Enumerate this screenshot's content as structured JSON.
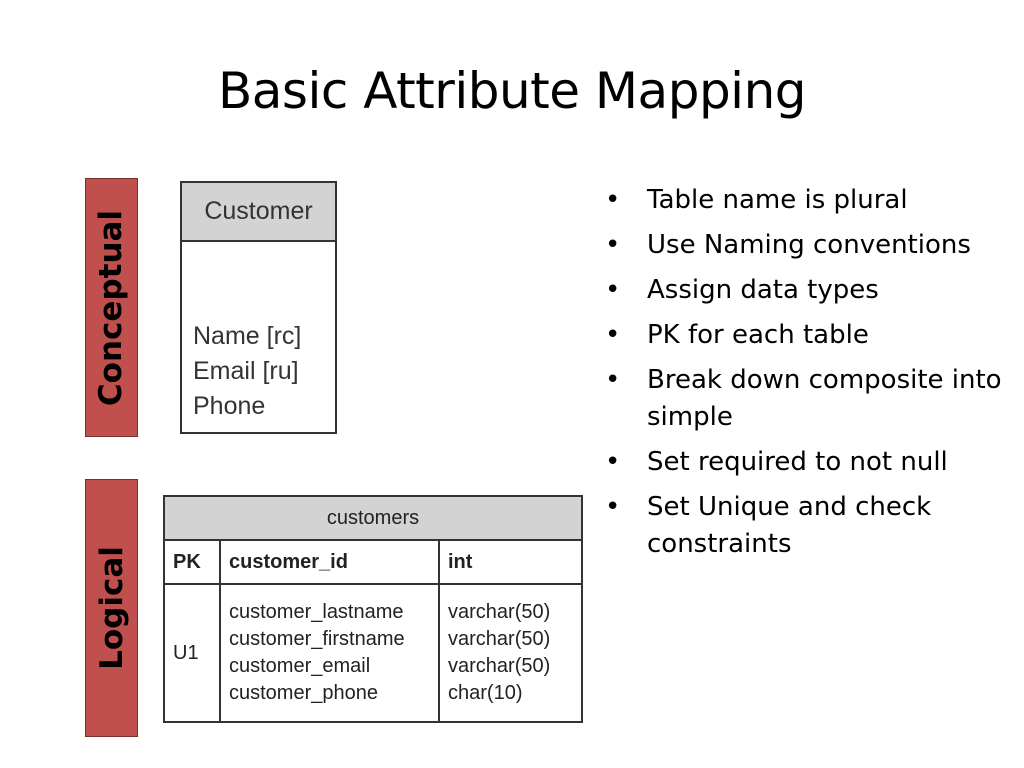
{
  "slide": {
    "title": "Basic Attribute Mapping"
  },
  "labels": {
    "conceptual": "Conceptual",
    "logical": "Logical"
  },
  "conceptual_entity": {
    "name": "Customer",
    "attributes": [
      "Name [rc]",
      "Email [ru]",
      "Phone"
    ]
  },
  "logical_table": {
    "name": "customers",
    "pk_key": "PK",
    "pk_column": "customer_id",
    "pk_type": "int",
    "key_marker": "U1",
    "columns": [
      "customer_lastname",
      "customer_firstname",
      "customer_email",
      "customer_phone"
    ],
    "types": [
      "varchar(50)",
      "varchar(50)",
      "varchar(50)",
      "char(10)"
    ]
  },
  "bullets": {
    "marker": "•",
    "items": [
      "Table name is plural",
      "Use Naming conventions",
      "Assign data types",
      "PK for each table",
      "Break down composite into simple",
      "Set required to not null",
      "Set Unique and check constraints"
    ]
  },
  "colors": {
    "label_fill": "#c0504d",
    "header_fill": "#d3d3d3"
  }
}
